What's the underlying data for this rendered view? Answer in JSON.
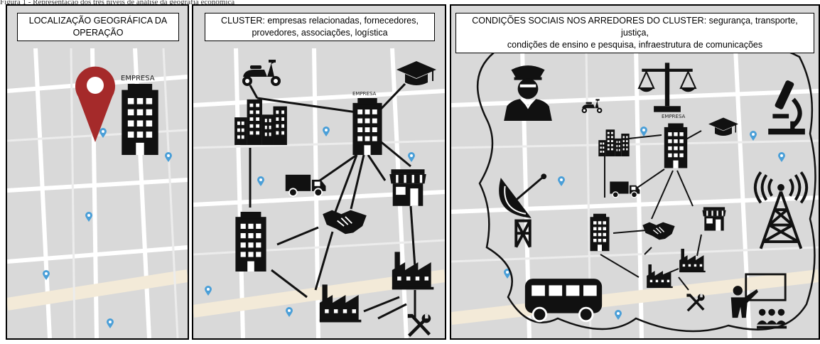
{
  "caption": "Figura 1 - Representação dos três níveis de análise da geografia econômica",
  "panels": [
    {
      "title_line1": "LOCALIZAÇÃO GEOGRÁFICA DA",
      "title_line2": "OPERAÇÃO",
      "company_label": "EMPRESA"
    },
    {
      "title_line1": "CLUSTER: empresas relacionadas, fornecedores,",
      "title_line2": "provedores, associações, logística",
      "company_label": "EMPRESA"
    },
    {
      "title_line1": "CONDIÇÕES SOCIAIS NOS ARREDORES DO CLUSTER: segurança, transporte, justiça,",
      "title_line2": "condições de ensino e pesquisa, infraestrutura de comunicações",
      "company_label": "EMPRESA"
    }
  ],
  "icons": [
    "location-pin-icon",
    "building-icon",
    "scooter-icon",
    "graduation-cap-icon",
    "building-cluster-icon",
    "truck-icon",
    "handshake-icon",
    "store-icon",
    "factory-icon",
    "tools-icon",
    "police-officer-icon",
    "scales-of-justice-icon",
    "microscope-icon",
    "satellite-dish-icon",
    "radio-tower-icon",
    "bus-icon",
    "teacher-icon"
  ],
  "colors": {
    "map": "#d9d9d9",
    "street": "#ffffff",
    "pin": "#a52a2a",
    "icon": "#111111",
    "marker": "#4a9fd8"
  }
}
